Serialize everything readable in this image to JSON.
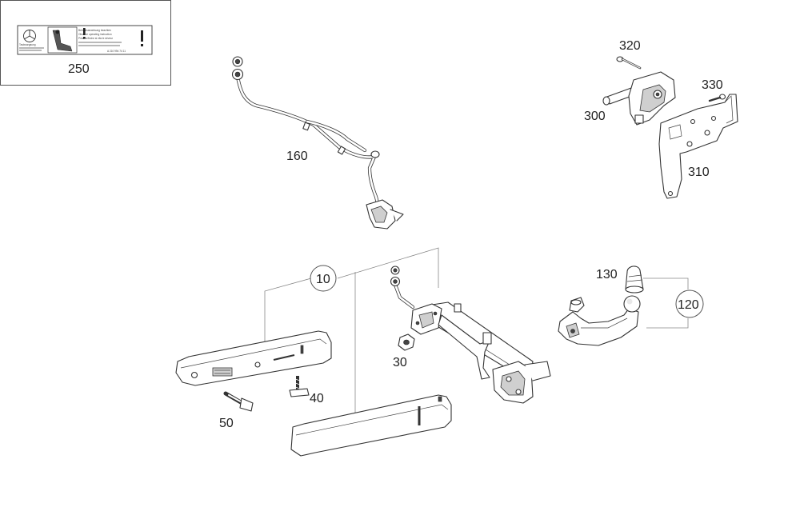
{
  "part_numbers": {
    "p10": "10",
    "p30": "30",
    "p40": "40",
    "p50": "50",
    "p120": "120",
    "p130": "130",
    "p160": "160",
    "p250": "250",
    "p300": "300",
    "p310": "310",
    "p320": "320",
    "p330": "330"
  },
  "label_sticker": {
    "header": "Taskwargaung",
    "lines": [
      "Betriebsanweisung beachten",
      "Observe operating instruction",
      "Prise la flèche si ella le déveur"
    ],
    "part_no": "A 210 994 74 11"
  },
  "colors": {
    "line": "#333333",
    "leader": "#888888",
    "background": "#ffffff"
  }
}
